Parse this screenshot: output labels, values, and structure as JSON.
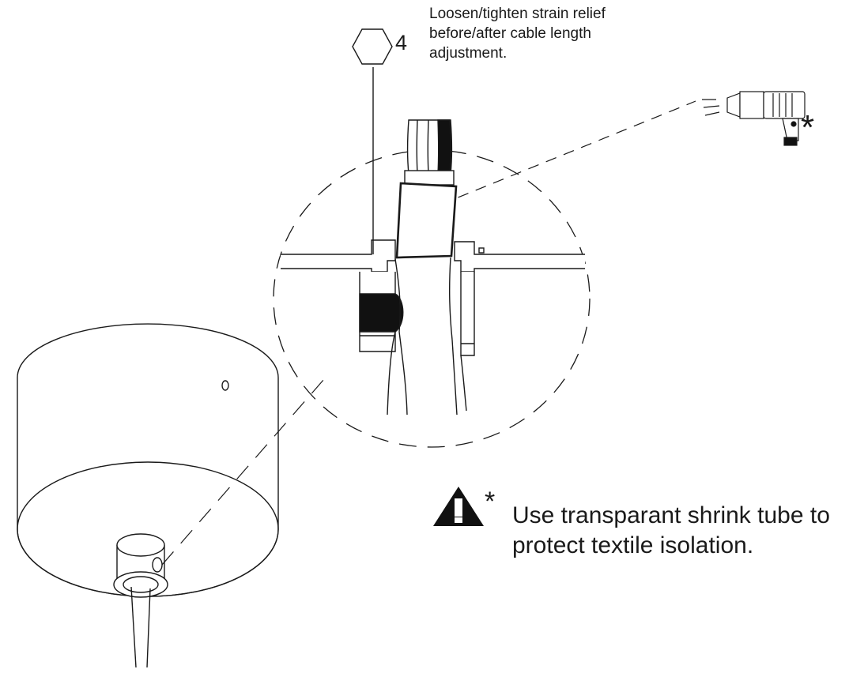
{
  "hex_label": "4",
  "strain_relief_note": "Loosen/tighten strain relief before/after cable length adjustment.",
  "heatgun_marker": "*",
  "warning": {
    "marker": "*",
    "line1": "Use transparant shrink tube to",
    "line2": "protect textile isolation."
  },
  "icons": {
    "hex": "hex-key-icon",
    "heatgun": "heat-gun-icon",
    "warning": "warning-triangle-icon"
  },
  "colors": {
    "line": "#1a1a1a",
    "fill_dark": "#111111",
    "background": "#ffffff"
  }
}
